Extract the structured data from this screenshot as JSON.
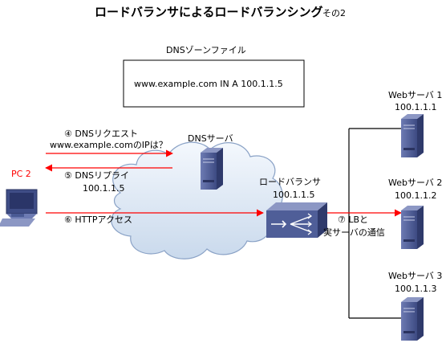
{
  "title": "ロードバランサによるロードバランシング",
  "subtitle": "その2",
  "dns_zone": {
    "label": "DNSゾーンファイル",
    "record": "www.example.com IN A 100.1.1.5"
  },
  "dns_server": {
    "label": "DNSサーバ"
  },
  "pc": {
    "label": "PC 2"
  },
  "steps": {
    "s4_line1": "④ DNSリクエスト",
    "s4_line2": "www.example.comのIPは？",
    "s5_line1": "⑤ DNSリプライ",
    "s5_line2": "100.1.1.5",
    "s6": "⑥ HTTPアクセス",
    "s7_line1": "⑦ LBと",
    "s7_line2": "実サーバの通信"
  },
  "load_balancer": {
    "label": "ロードバランサ",
    "ip": "100.1.1.5"
  },
  "servers": [
    {
      "name": "Webサーバ 1",
      "ip": "100.1.1.1"
    },
    {
      "name": "Webサーバ 2",
      "ip": "100.1.1.2"
    },
    {
      "name": "Webサーバ 3",
      "ip": "100.1.1.3"
    }
  ],
  "colors": {
    "arrow": "#ff0000",
    "cloud_fill": "#dde8f4",
    "device": "#4a5a94"
  }
}
